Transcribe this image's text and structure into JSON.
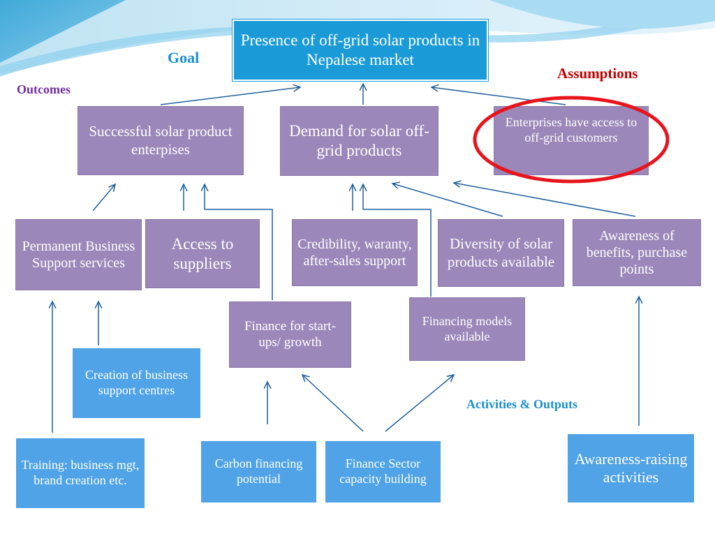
{
  "labels": {
    "goal": "Goal",
    "outcomes": "Outcomes",
    "assumptions": "Assumptions",
    "activities": "Activities & Outputs"
  },
  "goal": "Presence of off-grid solar products in Nepalese market",
  "outcomes": {
    "enterprises": "Successful solar product enterpises",
    "demand": "Demand for solar off-grid products",
    "assumption": "Enterprises have access to off-grid customers"
  },
  "outputs": {
    "permanent": "Permanent Business Support services",
    "suppliers": "Access to suppliers",
    "credibility": "Credibility, waranty, after-sales support",
    "diversity": "Diversity of solar products available",
    "awareness": "Awareness of benefits, purchase points",
    "finance_startups": "Finance for start-ups/ growth",
    "financing_models": "Financing models available",
    "creation": "Creation of business support centres"
  },
  "activities": {
    "training": "Training: business mgt, brand creation etc.",
    "carbon": "Carbon financing potential",
    "finance_sector": "Finance Sector capacity building",
    "awareness_raising": "Awareness-raising activities"
  },
  "colors": {
    "goal_box": "#1a9bd7",
    "outcome_box": "#9b87b9",
    "activity_box": "#4fa3e6",
    "arrow": "#1f5f9e",
    "label_goal": "#1a8fd0",
    "label_outcomes": "#7030a0",
    "label_assumptions": "#c00000",
    "highlight_ring": "#e8141c"
  }
}
